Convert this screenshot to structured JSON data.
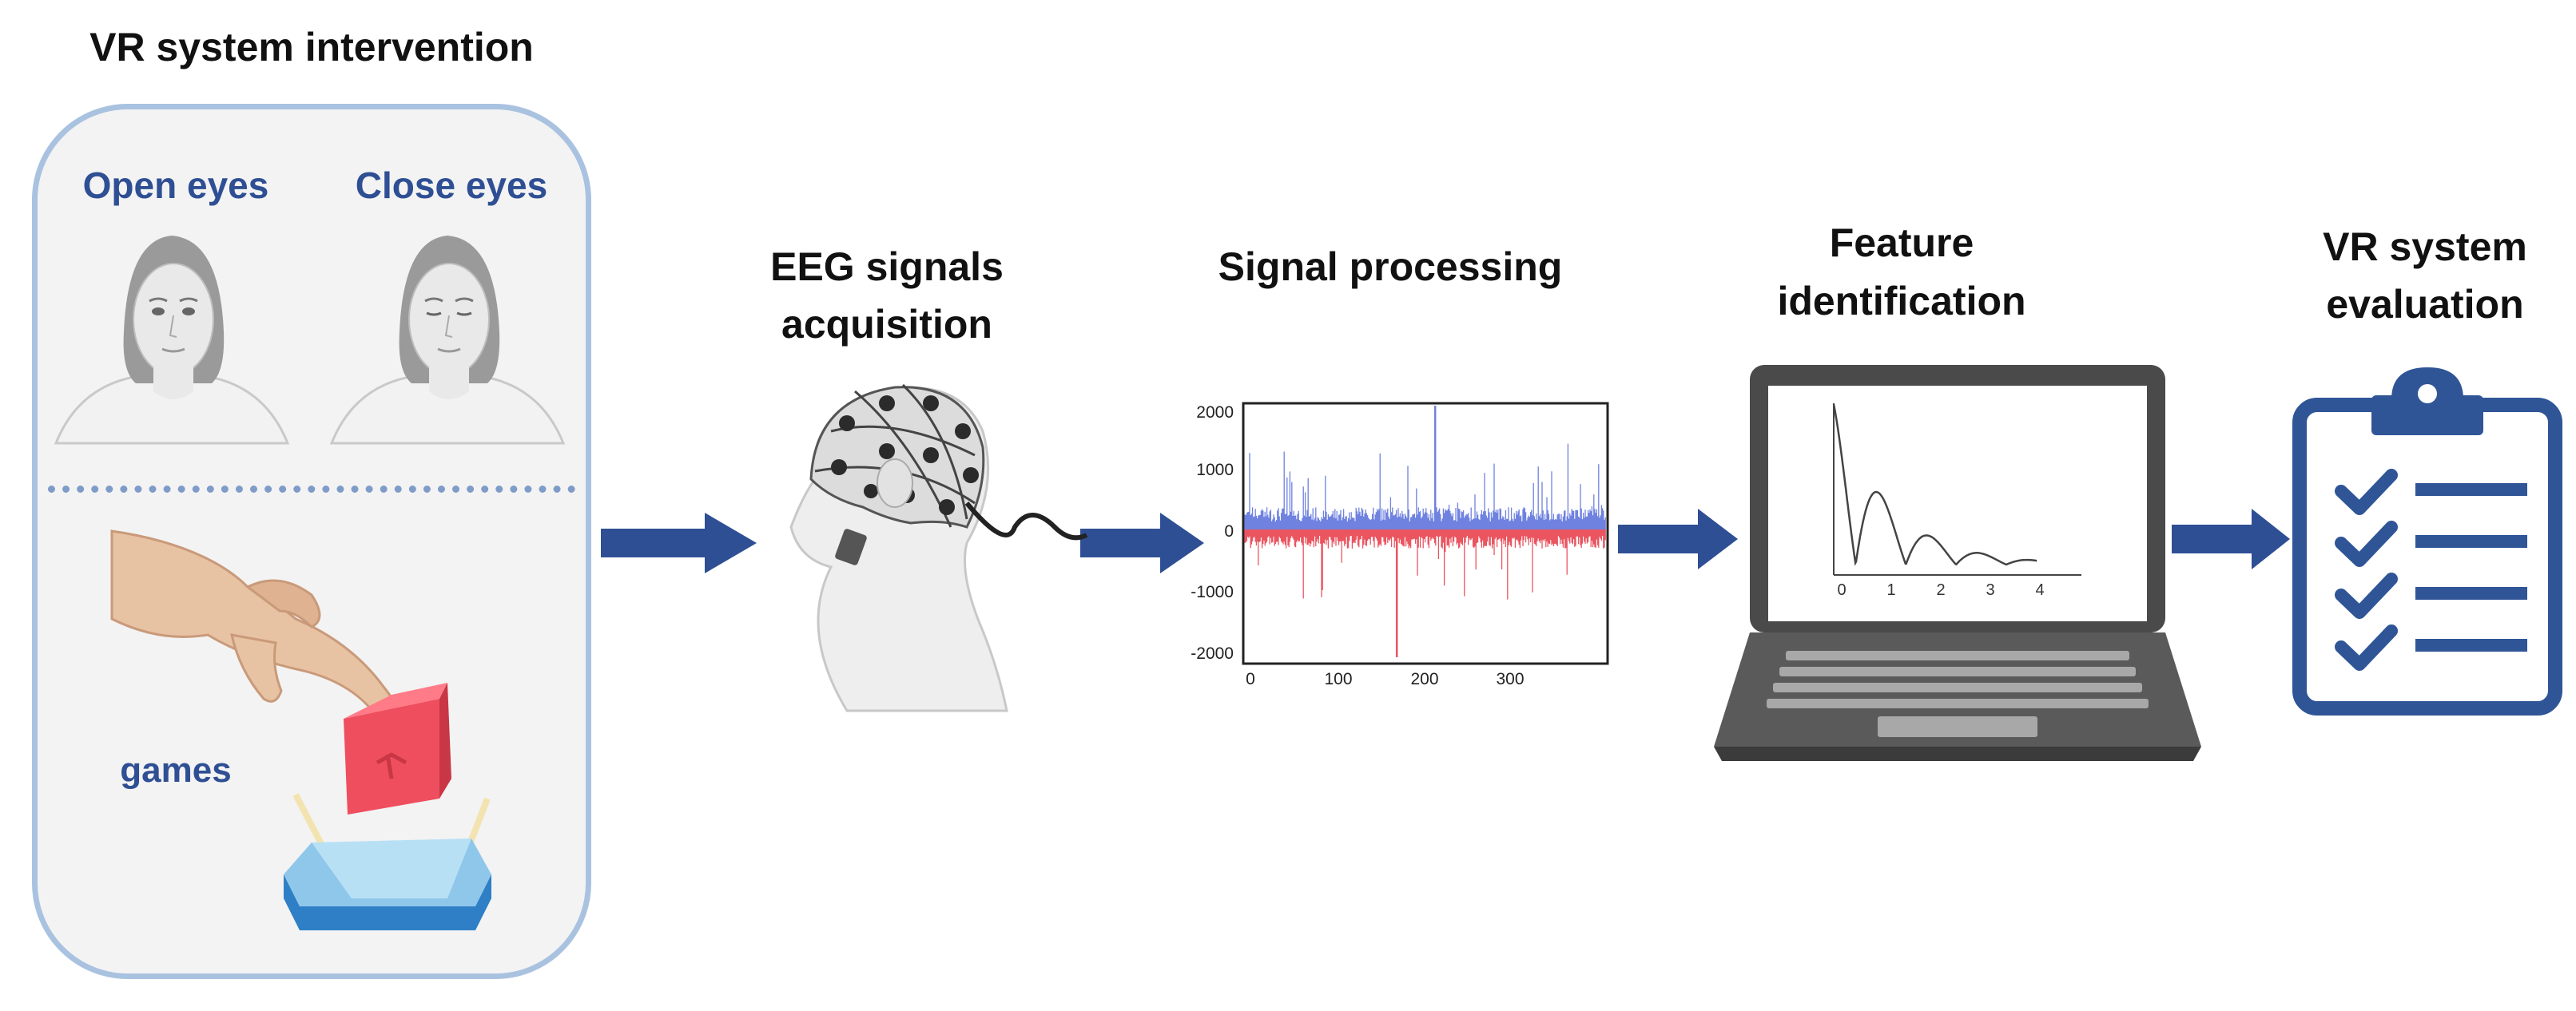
{
  "title": "VR system intervention",
  "panel": {
    "open_eyes": "Open eyes",
    "close_eyes": "Close eyes",
    "games": "games"
  },
  "steps": {
    "eeg": [
      "EEG signals",
      "acquisition"
    ],
    "processing": "Signal processing",
    "feature": [
      "Feature",
      "identification"
    ],
    "evaluation": [
      "VR system",
      "evaluation"
    ]
  },
  "signal_plot": {
    "y_ticks": [
      "2000",
      "1000",
      "0",
      "-1000",
      "-2000"
    ],
    "x_ticks": [
      "0",
      "100",
      "200",
      "300"
    ]
  },
  "feature_plot": {
    "x_ticks": [
      "0",
      "1",
      "2",
      "3",
      "4"
    ]
  },
  "colors": {
    "arrow": "#2f4f94",
    "panel_border": "#a9c2e0",
    "positive_signal": "#6f82e0",
    "negative_signal": "#ea5560",
    "clipboard": "#2f5597"
  },
  "icons": [
    "woman-open-eyes-icon",
    "woman-closed-eyes-icon",
    "hand-grabbing-cube-icon",
    "eeg-cap-head-icon",
    "laptop-icon",
    "clipboard-checklist-icon"
  ]
}
